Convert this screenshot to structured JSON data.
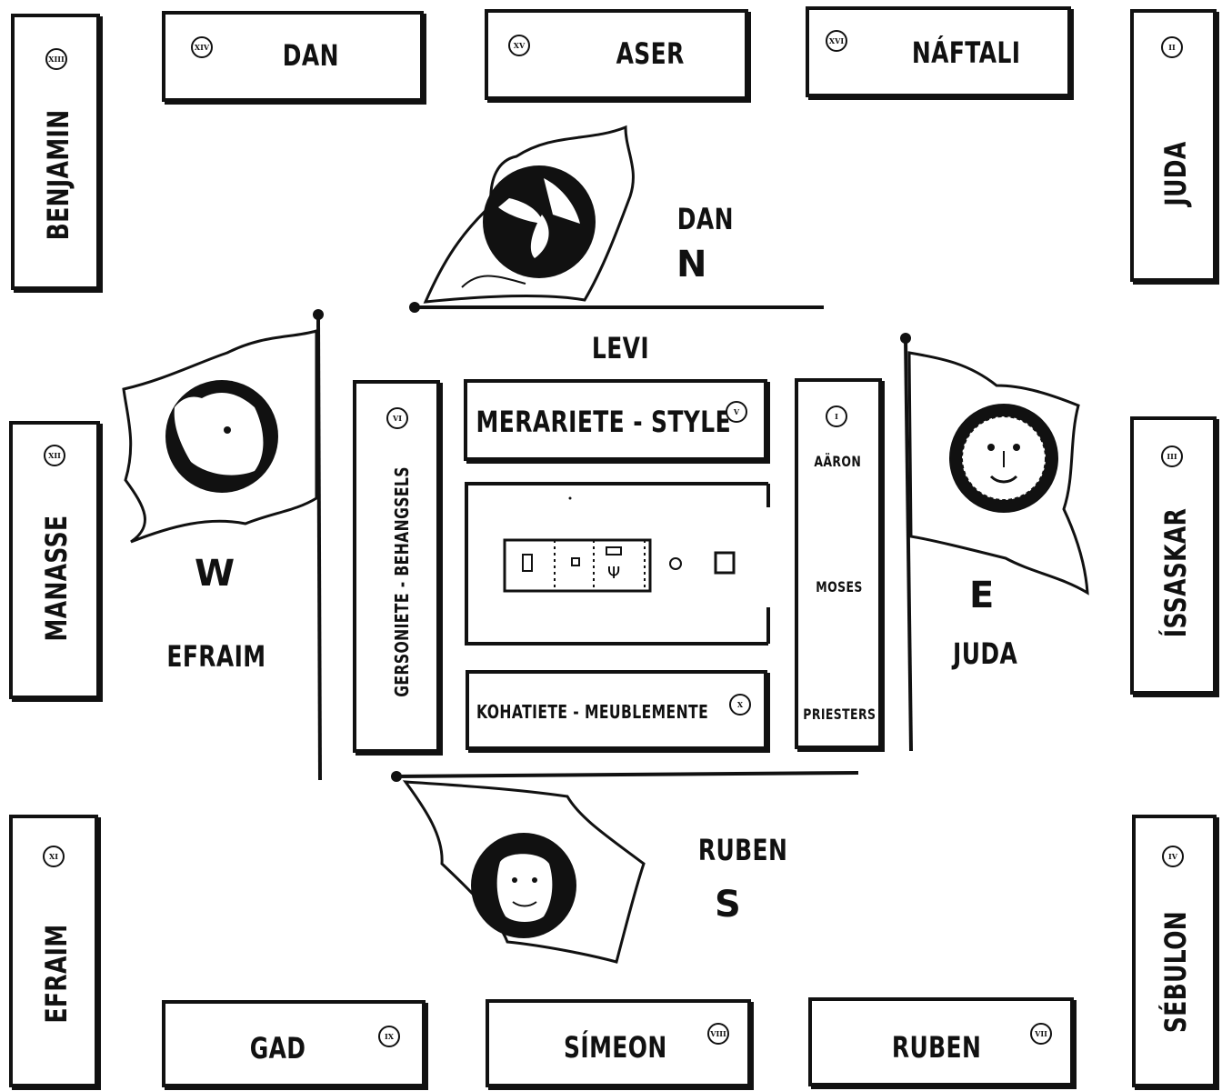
{
  "tribes": {
    "dan": {
      "name": "DAN",
      "num": "XIV"
    },
    "aser": {
      "name": "ASER",
      "num": "XV"
    },
    "naftali": {
      "name": "NÁFTALI",
      "num": "XVI"
    },
    "benjamin": {
      "name": "BENJAMIN",
      "num": "XIII"
    },
    "juda": {
      "name": "JUDA",
      "num": "II"
    },
    "manasse": {
      "name": "MANASSE",
      "num": "XII"
    },
    "issaskar": {
      "name": "ÍSSASKAR",
      "num": "III"
    },
    "efraim": {
      "name": "EFRAIM",
      "num": "XI"
    },
    "sebulon": {
      "name": "SÉBULON",
      "num": "IV"
    },
    "gad": {
      "name": "GAD",
      "num": "IX"
    },
    "simeon": {
      "name": "SÍMEON",
      "num": "VIII"
    },
    "ruben": {
      "name": "RUBEN",
      "num": "VII"
    }
  },
  "camps": {
    "north": {
      "leader": "DAN",
      "dir": "N"
    },
    "west": {
      "leader": "EFRAIM",
      "dir": "W"
    },
    "east": {
      "leader": "JUDA",
      "dir": "E"
    },
    "south": {
      "leader": "RUBEN",
      "dir": "S"
    }
  },
  "levi": {
    "title": "LEVI",
    "merariete": {
      "label": "MERARIETE - STYLE",
      "num": "V"
    },
    "gersoniete": {
      "label": "GERSONIETE - BEHANGSELS",
      "num": "VI"
    },
    "kohatiete": {
      "label": "KOHATIETE - MEUBLEMENTE",
      "num": "X"
    },
    "priests": {
      "num": "I",
      "aaron": "AÄRON",
      "moses": "MOSES",
      "priesters": "PRIESTERS"
    }
  },
  "flags": {
    "north": {
      "emblem": "eagle-icon"
    },
    "west": {
      "emblem": "bull-icon"
    },
    "east": {
      "emblem": "lion-icon"
    },
    "south": {
      "emblem": "man-icon"
    }
  }
}
